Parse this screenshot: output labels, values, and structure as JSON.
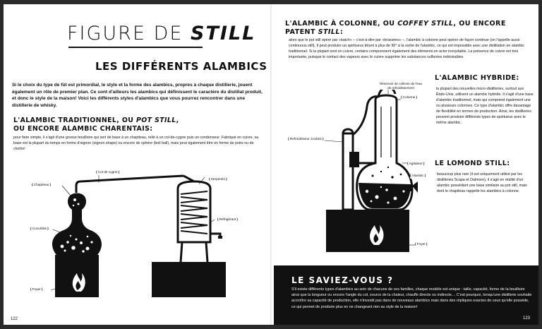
{
  "left_page": {
    "title_plain": "FIGURE DE ",
    "title_italic": "STILL",
    "subtitle": "LES DIFFÉRENTS ALAMBICS",
    "intro": "Si le choix du type de fût est primordial, le style et la forme des alambics, propres à chaque distillerie, jouent également un rôle de premier plan. Ce sont d'ailleurs les alambics qui définissent le caractère du distillat produit, et donc le style de la maison! Voici les différents styles d'alambics que vous pourrez rencontrer dans une distillerie de whisky.",
    "section_title_a": "L'ALAMBIC TRADITIONNEL, OU ",
    "section_title_italic": "POT STILL",
    "section_title_b": ",",
    "section_title_line2": "OU ENCORE ALAMBIC CHARENTAIS:",
    "paragraph": "pour faire simple, il s'agit d'une grosse bouilloire qui sert de base à un chapiteau, relié à un col-de-cygne puis un condenseur. Fabriqué en cuivre, sa base est la plupart du temps en forme d'oignon (oignon shape) ou encore de sphère (boil ball), mais peut également être en forme de poire ou de cloche!",
    "labels": {
      "col": "Col de cygne",
      "chapiteau": "Chapiteau",
      "serpentin": "Serpentin",
      "refrigerant": "Réfrigérant",
      "cucurbite": "Cucurbite",
      "foyer": "Foyer"
    },
    "page_number": "122"
  },
  "right_page": {
    "h1_a": "L'ALAMBIC À COLONNE, OU ",
    "h1_italic": "COFFEY STILL",
    "h1_b": ", OU ENCORE PATENT ",
    "h1_italic2": "STILL",
    "h1_c": ":",
    "p1": "alors que le pot still opère par «batch» – c'est-à-dire par «brassées» –, l'alambic à colonne peut opérer de façon continue (on l'appelle aussi continuous still). Il peut produire un spiritueux titrant à plus de 90° à la sortie de l'alambic, ce qui est impossible avec une distillation en alambic traditionnel. Si la plupart sont en cuivre, certains comprennent également des éléments en acier inoxydable. La présence de cuivre est très importante, puisque le contact des vapeurs avec le cuivre supprime les substances sulfurées indésirables.",
    "h2": "L'ALAMBIC HYBRIDE:",
    "p2": "la plupart des nouvelles micro-distilleries, surtout aux États-Unis, utilisent un alambic hybride. Il s'agit d'une base d'alambic traditionnel, mais qui comprend également une ou plusieurs colonnes. Ce type d'alambic offre davantage de flexibilité en termes de production. Ainsi, les distilleries peuvent produire différents types de spiritueux avec le même alambic.",
    "h3": "LE LOMOND STILL:",
    "p3": "beaucoup plus rare (il est uniquement utilisé par les distilleries Scapa et Dalmore), il s'agit en réalité d'un alambic possédant une base similaire au pot still, mais dont le chapiteau rappelle les alambics à colonne.",
    "labels": {
      "reservoir": "Réservoir de collecte de l'eau de refroidissement",
      "colonne": "Colonne",
      "refroidisseur": "Refroidisseur à tubes",
      "agitateur": "Agitateur",
      "alambic": "Alambic",
      "foyer": "Foyer"
    },
    "box_title": "LE SAVIEZ-VOUS ?",
    "box_text": "S'il existe différents types d'alambics au sein de chacune de ces familles, chaque modèle est unique : taille, capacité, forme de la bouilloire ainsi que la longueur ou encore l'angle du col, source de la chaleur, chauffe directe ou indirecte… C'est pourquoi, lorsqu'une distillerie souhaite accroître sa capacité de production, elle n'investit pas dans de nouveaux alambics mais dans des répliques exactes de ceux qu'elle possède, ce qui permet de produire plus en ne changeant rien au style de la maison!",
    "page_number": "123"
  }
}
